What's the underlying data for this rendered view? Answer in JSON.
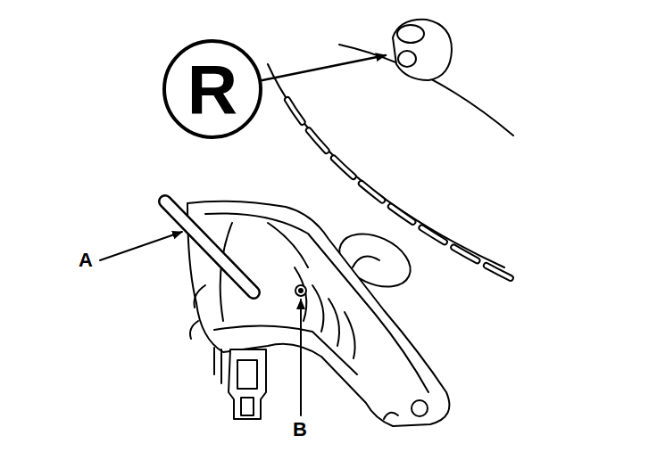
{
  "diagram": {
    "nodes": [
      {
        "text": [
          "R"
        ]
      }
    ],
    "labels": [
      "A",
      "B"
    ]
  }
}
